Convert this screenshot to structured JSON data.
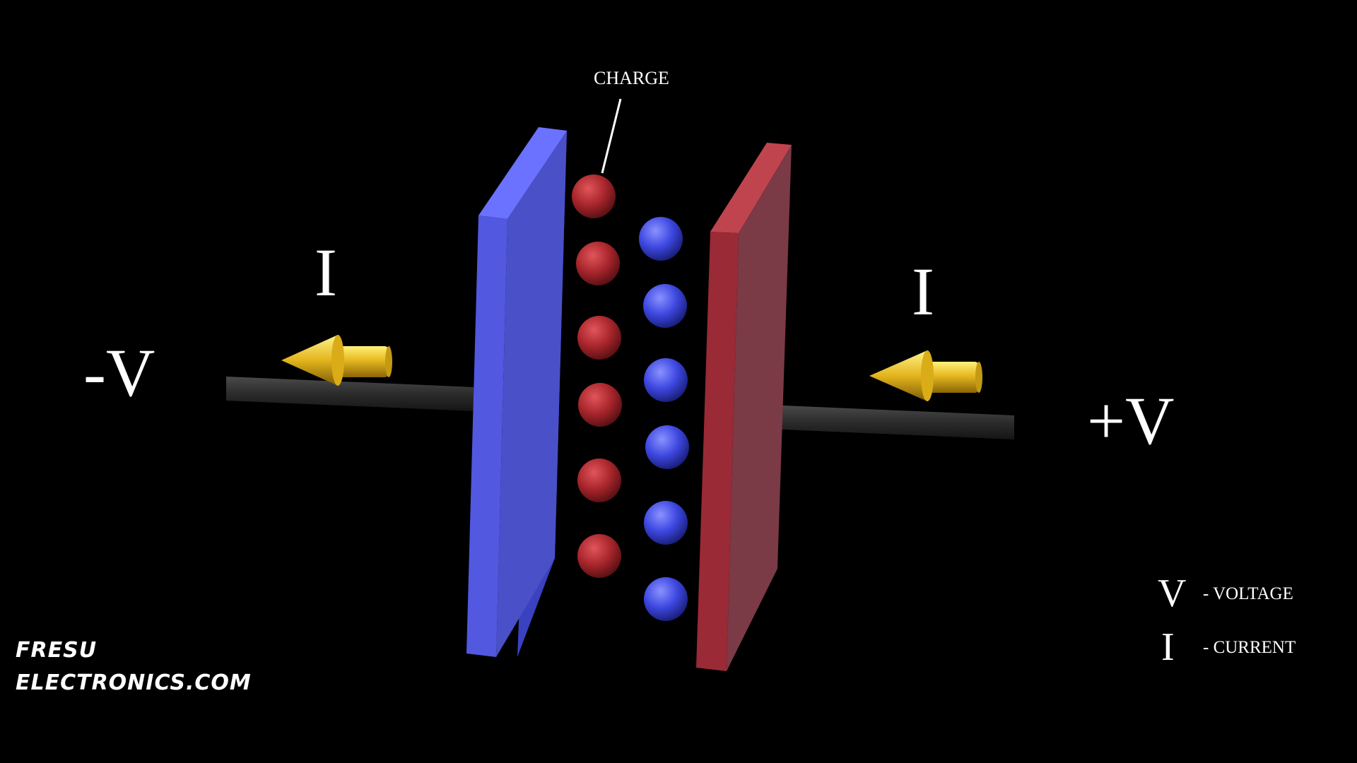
{
  "diagram": {
    "charge_label": "CHARGE",
    "current_symbol": "I",
    "negative_voltage": "-V",
    "positive_voltage": "+V"
  },
  "legend": {
    "voltage_symbol": "V",
    "voltage_text": "- VOLTAGE",
    "current_symbol": "I",
    "current_text": "- CURRENT"
  },
  "brand": {
    "line1": "FRESU",
    "line2": "ELECTRONICS.COM"
  },
  "colors": {
    "background": "#000000",
    "negative_plate": "#4f56d8",
    "positive_plate": "#8a3a48",
    "positive_charge": "#b0282e",
    "negative_charge": "#3f4ae6",
    "arrow": "#e6c21a",
    "lead": "#2a2a2a"
  },
  "charges": {
    "positive_count": 6,
    "negative_count": 6
  }
}
